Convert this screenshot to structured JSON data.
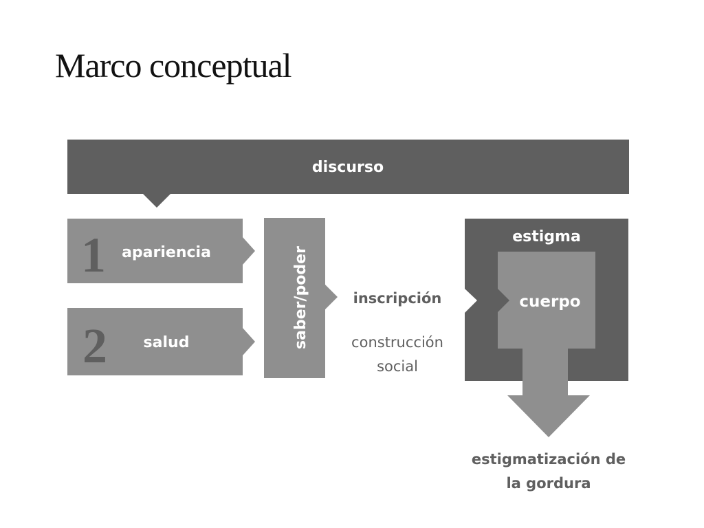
{
  "title": "Marco conceptual",
  "nodes": {
    "discurso": "discurso",
    "item1_number": "1",
    "item1_label": "apariencia",
    "item2_number": "2",
    "item2_label": "salud",
    "saber_poder": "saber/poder",
    "inscripcion": "inscripción",
    "construccion_line1": "construcción",
    "construccion_line2": "social",
    "estigma": "estigma",
    "cuerpo": "cuerpo",
    "result_line1": "estigmatización de",
    "result_line2": "la gordura"
  },
  "colors": {
    "dark": "#5f5f5f",
    "medium": "#8f8f8f",
    "text_on_dark": "#ffffff"
  }
}
